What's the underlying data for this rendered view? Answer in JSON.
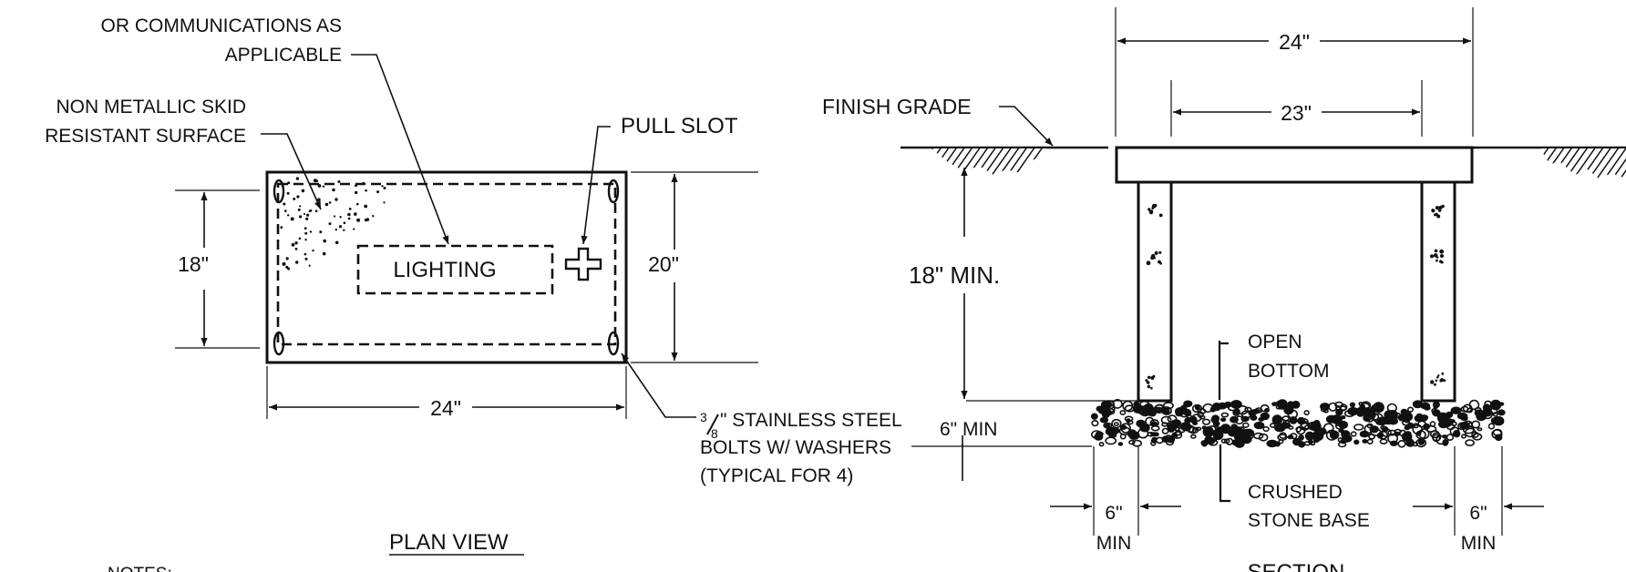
{
  "plan": {
    "note_communications_line1": "OR COMMUNICATIONS AS",
    "note_communications_line2": "APPLICABLE",
    "note_surface_line1": "NON METALLIC SKID",
    "note_surface_line2": "RESISTANT  SURFACE",
    "pull_slot": "PULL SLOT",
    "lighting_label": "LIGHTING",
    "dim_height_left": "18\"",
    "dim_height_right": "20\"",
    "dim_width": "24\"",
    "bolts_fraction_top": "3",
    "bolts_fraction_bottom": "8",
    "bolts_line1": "\" STAINLESS STEEL",
    "bolts_line2": "BOLTS W/ WASHERS",
    "bolts_line3": "(TYPICAL FOR 4)",
    "title": "PLAN VIEW",
    "notes": "NOTES:"
  },
  "section": {
    "dim_top_outer": "24\"",
    "dim_top_inner": "23\"",
    "finish_grade": "FINISH GRADE",
    "depth_label": "18\" MIN.",
    "open_bottom_line1": "OPEN",
    "open_bottom_line2": "BOTTOM",
    "stone_depth": "6\" MIN",
    "crushed_line1": "CRUSHED",
    "crushed_line2": "STONE BASE",
    "left_ext_value": "6\"",
    "left_ext_min": "MIN",
    "right_ext_value": "6\"",
    "right_ext_min": "MIN",
    "title": "SECTION"
  },
  "colors": {
    "ink": "#111111",
    "background": "#ffffff"
  }
}
